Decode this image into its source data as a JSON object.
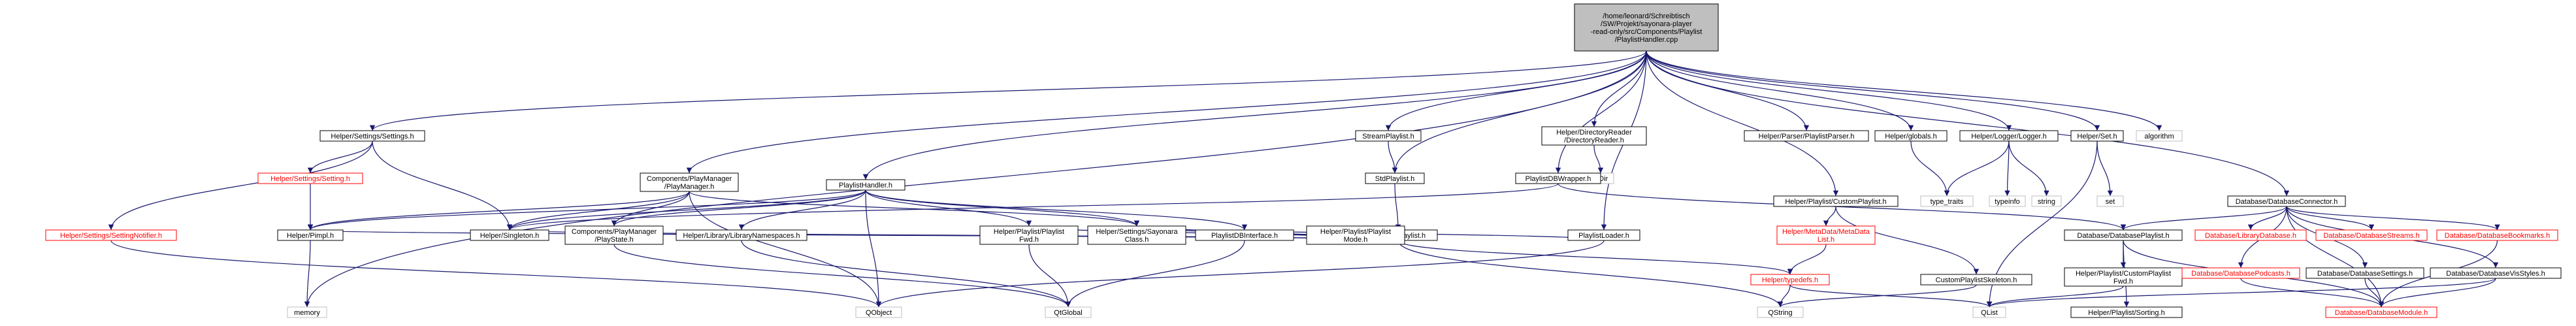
{
  "nodes": [
    {
      "id": "root",
      "kind": "root",
      "lines": [
        "/home/leonard/Schreibtisch",
        "/SW/Projekt/sayonara-player",
        "-read-only/src/Components/Playlist",
        "/PlaylistHandler.cpp"
      ]
    },
    {
      "id": "settings_h",
      "kind": "normal",
      "lines": [
        "Helper/Settings/Settings.h"
      ]
    },
    {
      "id": "playmanager_h",
      "kind": "normal",
      "lines": [
        "Components/PlayManager",
        "/PlayManager.h"
      ]
    },
    {
      "id": "playlisthandler_h",
      "kind": "normal",
      "lines": [
        "PlaylistHandler.h"
      ]
    },
    {
      "id": "streamplaylist_h",
      "kind": "normal",
      "lines": [
        "StreamPlaylist.h"
      ]
    },
    {
      "id": "stdplaylist_h",
      "kind": "normal",
      "lines": [
        "StdPlaylist.h"
      ]
    },
    {
      "id": "abstractplaylist_h",
      "kind": "normal",
      "lines": [
        "AbstractPlaylist.h"
      ]
    },
    {
      "id": "dirreader_h",
      "kind": "normal",
      "lines": [
        "Helper/DirectoryReader",
        "/DirectoryReader.h"
      ]
    },
    {
      "id": "qdir",
      "kind": "ext",
      "lines": [
        "QDir"
      ]
    },
    {
      "id": "playlistdbwrapper_h",
      "kind": "normal",
      "lines": [
        "PlaylistDBWrapper.h"
      ]
    },
    {
      "id": "playlistloader_h",
      "kind": "normal",
      "lines": [
        "PlaylistLoader.h"
      ]
    },
    {
      "id": "parser_h",
      "kind": "normal",
      "lines": [
        "Helper/Parser/PlaylistParser.h"
      ]
    },
    {
      "id": "globals_h",
      "kind": "normal",
      "lines": [
        "Helper/globals.h"
      ]
    },
    {
      "id": "customplaylist_h",
      "kind": "normal",
      "lines": [
        "Helper/Playlist/CustomPlaylist.h"
      ]
    },
    {
      "id": "logger_h",
      "kind": "normal",
      "lines": [
        "Helper/Logger/Logger.h"
      ]
    },
    {
      "id": "set_h",
      "kind": "normal",
      "lines": [
        "Helper/Set.h"
      ]
    },
    {
      "id": "algorithm",
      "kind": "ext",
      "lines": [
        "algorithm"
      ]
    },
    {
      "id": "dbconnector_h",
      "kind": "normal",
      "lines": [
        "Database/DatabaseConnector.h"
      ]
    },
    {
      "id": "type_traits",
      "kind": "ext",
      "lines": [
        "type_traits"
      ]
    },
    {
      "id": "typeinfo",
      "kind": "ext",
      "lines": [
        "typeinfo"
      ]
    },
    {
      "id": "string",
      "kind": "ext",
      "lines": [
        "string"
      ]
    },
    {
      "id": "set",
      "kind": "ext",
      "lines": [
        "set"
      ]
    },
    {
      "id": "setting_h",
      "kind": "red",
      "lines": [
        "Helper/Settings/Setting.h"
      ]
    },
    {
      "id": "settingnotifier_h",
      "kind": "red",
      "lines": [
        "Helper/Settings/SettingNotifier.h"
      ]
    },
    {
      "id": "pimpl_h",
      "kind": "normal",
      "lines": [
        "Helper/Pimpl.h"
      ]
    },
    {
      "id": "singleton_h",
      "kind": "normal",
      "lines": [
        "Helper/Singleton.h"
      ]
    },
    {
      "id": "playstate_h",
      "kind": "normal",
      "lines": [
        "Components/PlayManager",
        "/PlayState.h"
      ]
    },
    {
      "id": "libnamespaces_h",
      "kind": "normal",
      "lines": [
        "Helper/Library/LibraryNamespaces.h"
      ]
    },
    {
      "id": "playlistfwd_h",
      "kind": "normal",
      "lines": [
        "Helper/Playlist/Playlist",
        "Fwd.h"
      ]
    },
    {
      "id": "sayonaraclass_h",
      "kind": "normal",
      "lines": [
        "Helper/Settings/Sayonara",
        "Class.h"
      ]
    },
    {
      "id": "dbinterface_h",
      "kind": "normal",
      "lines": [
        "PlaylistDBInterface.h"
      ]
    },
    {
      "id": "playlistmode_h",
      "kind": "normal",
      "lines": [
        "Helper/Playlist/Playlist",
        "Mode.h"
      ]
    },
    {
      "id": "metadatalist_h",
      "kind": "red",
      "lines": [
        "Helper/MetaData/MetaData",
        "List.h"
      ]
    },
    {
      "id": "typedefs_h",
      "kind": "red",
      "lines": [
        "Helper/typedefs.h"
      ]
    },
    {
      "id": "customskeleton_h",
      "kind": "normal",
      "lines": [
        "CustomPlaylistSkeleton.h"
      ]
    },
    {
      "id": "dbplaylist_h",
      "kind": "normal",
      "lines": [
        "Database/DatabasePlaylist.h"
      ]
    },
    {
      "id": "customfwd_h",
      "kind": "normal",
      "lines": [
        "Helper/Playlist/CustomPlaylist",
        "Fwd.h"
      ]
    },
    {
      "id": "sorting_h",
      "kind": "normal",
      "lines": [
        "Helper/Playlist/Sorting.h"
      ]
    },
    {
      "id": "dblibrary_h",
      "kind": "red",
      "lines": [
        "Database/LibraryDatabase.h"
      ]
    },
    {
      "id": "dbstreams_h",
      "kind": "red",
      "lines": [
        "Database/DatabaseStreams.h"
      ]
    },
    {
      "id": "dbbookmarks_h",
      "kind": "red",
      "lines": [
        "Database/DatabaseBookmarks.h"
      ]
    },
    {
      "id": "dbpodcasts_h",
      "kind": "red",
      "lines": [
        "Database/DatabasePodcasts.h"
      ]
    },
    {
      "id": "dbsettings_h",
      "kind": "normal",
      "lines": [
        "Database/DatabaseSettings.h"
      ]
    },
    {
      "id": "dbvisstyles_h",
      "kind": "normal",
      "lines": [
        "Database/DatabaseVisStyles.h"
      ]
    },
    {
      "id": "dbmodule_h",
      "kind": "red",
      "lines": [
        "Database/DatabaseModule.h"
      ]
    },
    {
      "id": "memory",
      "kind": "ext",
      "lines": [
        "memory"
      ]
    },
    {
      "id": "qobject",
      "kind": "ext",
      "lines": [
        "QObject"
      ]
    },
    {
      "id": "qtglobal",
      "kind": "ext",
      "lines": [
        "QtGlobal"
      ]
    },
    {
      "id": "qstring",
      "kind": "ext",
      "lines": [
        "QString"
      ]
    },
    {
      "id": "qlist",
      "kind": "ext",
      "lines": [
        "QList"
      ]
    }
  ],
  "edges": [
    [
      "root",
      "memory"
    ],
    [
      "root",
      "settings_h"
    ],
    [
      "root",
      "playmanager_h"
    ],
    [
      "root",
      "playlisthandler_h"
    ],
    [
      "root",
      "streamplaylist_h"
    ],
    [
      "root",
      "stdplaylist_h"
    ],
    [
      "root",
      "dirreader_h"
    ],
    [
      "root",
      "playlistdbwrapper_h"
    ],
    [
      "root",
      "playlistloader_h"
    ],
    [
      "root",
      "parser_h"
    ],
    [
      "root",
      "globals_h"
    ],
    [
      "root",
      "customplaylist_h"
    ],
    [
      "root",
      "logger_h"
    ],
    [
      "root",
      "set_h"
    ],
    [
      "root",
      "algorithm"
    ],
    [
      "root",
      "dbconnector_h"
    ],
    [
      "settings_h",
      "setting_h"
    ],
    [
      "settings_h",
      "settingnotifier_h"
    ],
    [
      "settings_h",
      "singleton_h"
    ],
    [
      "setting_h",
      "pimpl_h"
    ],
    [
      "settingnotifier_h",
      "qobject"
    ],
    [
      "playmanager_h",
      "pimpl_h"
    ],
    [
      "playmanager_h",
      "singleton_h"
    ],
    [
      "playmanager_h",
      "playstate_h"
    ],
    [
      "playmanager_h",
      "sayonaraclass_h"
    ],
    [
      "playmanager_h",
      "qobject"
    ],
    [
      "pimpl_h",
      "memory"
    ],
    [
      "playlisthandler_h",
      "pimpl_h"
    ],
    [
      "playlisthandler_h",
      "singleton_h"
    ],
    [
      "playlisthandler_h",
      "playstate_h"
    ],
    [
      "playlisthandler_h",
      "libnamespaces_h"
    ],
    [
      "playlisthandler_h",
      "playlistfwd_h"
    ],
    [
      "playlisthandler_h",
      "sayonaraclass_h"
    ],
    [
      "playlisthandler_h",
      "dbinterface_h"
    ],
    [
      "playlisthandler_h",
      "qobject"
    ],
    [
      "streamplaylist_h",
      "stdplaylist_h"
    ],
    [
      "stdplaylist_h",
      "abstractplaylist_h"
    ],
    [
      "abstractplaylist_h",
      "playlistfwd_h"
    ],
    [
      "abstractplaylist_h",
      "sayonaraclass_h"
    ],
    [
      "abstractplaylist_h",
      "dbinterface_h"
    ],
    [
      "abstractplaylist_h",
      "playlistmode_h"
    ],
    [
      "abstractplaylist_h",
      "typedefs_h"
    ],
    [
      "abstractplaylist_h",
      "pimpl_h"
    ],
    [
      "abstractplaylist_h",
      "singleton_h"
    ],
    [
      "abstractplaylist_h",
      "qstring"
    ],
    [
      "dirreader_h",
      "qdir"
    ],
    [
      "playlistdbwrapper_h",
      "dbplaylist_h"
    ],
    [
      "playlistdbwrapper_h",
      "singleton_h"
    ],
    [
      "playlistloader_h",
      "sayonaraclass_h"
    ],
    [
      "playlistloader_h",
      "qobject"
    ],
    [
      "customplaylist_h",
      "metadatalist_h"
    ],
    [
      "customplaylist_h",
      "customskeleton_h"
    ],
    [
      "metadatalist_h",
      "typedefs_h"
    ],
    [
      "customskeleton_h",
      "qstring"
    ],
    [
      "globals_h",
      "type_traits"
    ],
    [
      "logger_h",
      "type_traits"
    ],
    [
      "logger_h",
      "typeinfo"
    ],
    [
      "logger_h",
      "string"
    ],
    [
      "set_h",
      "set"
    ],
    [
      "set_h",
      "qlist"
    ],
    [
      "dbconnector_h",
      "dbplaylist_h"
    ],
    [
      "dbconnector_h",
      "dblibrary_h"
    ],
    [
      "dbconnector_h",
      "dbstreams_h"
    ],
    [
      "dbconnector_h",
      "dbbookmarks_h"
    ],
    [
      "dbconnector_h",
      "dbpodcasts_h"
    ],
    [
      "dbconnector_h",
      "dbsettings_h"
    ],
    [
      "dbconnector_h",
      "dbvisstyles_h"
    ],
    [
      "dbconnector_h",
      "dbmodule_h"
    ],
    [
      "dbplaylist_h",
      "customfwd_h"
    ],
    [
      "dbplaylist_h",
      "sorting_h"
    ],
    [
      "dbplaylist_h",
      "dbmodule_h"
    ],
    [
      "dbbookmarks_h",
      "dbmodule_h"
    ],
    [
      "dbpodcasts_h",
      "dbmodule_h"
    ],
    [
      "dbsettings_h",
      "dbmodule_h"
    ],
    [
      "dbvisstyles_h",
      "dbmodule_h"
    ],
    [
      "dbvisstyles_h",
      "qlist"
    ],
    [
      "customfwd_h",
      "qlist"
    ],
    [
      "typedefs_h",
      "qstring"
    ],
    [
      "typedefs_h",
      "qlist"
    ],
    [
      "playlistfwd_h",
      "qtglobal"
    ],
    [
      "libnamespaces_h",
      "qtglobal"
    ],
    [
      "dbinterface_h",
      "qtglobal"
    ],
    [
      "playstate_h",
      "qtglobal"
    ]
  ],
  "colors": {
    "edge": "#191970",
    "root_fill": "#bfbfbf",
    "red_border": "#ff0000",
    "ext_border": "#bfbfbf"
  }
}
